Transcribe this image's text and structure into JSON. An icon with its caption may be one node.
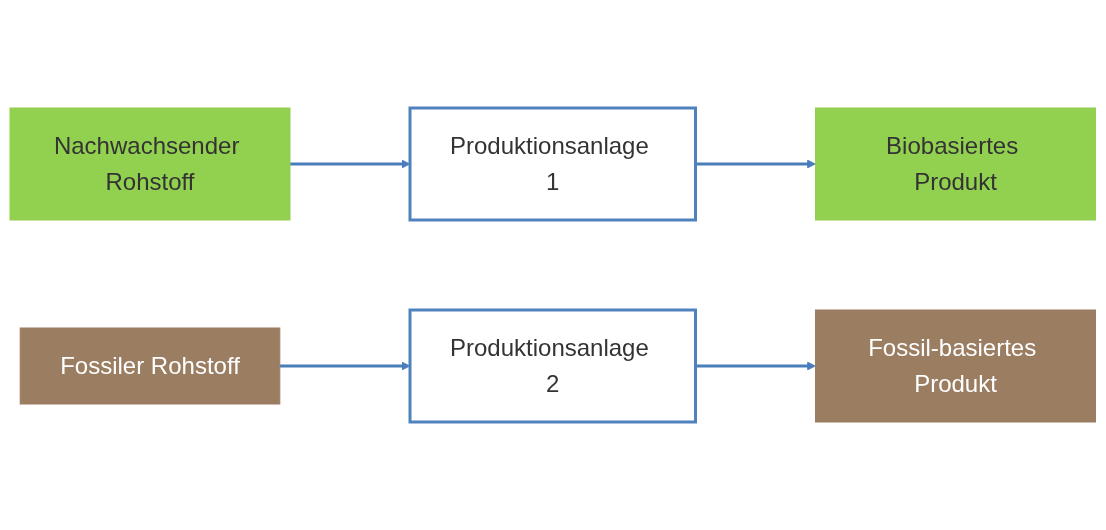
{
  "diagram": {
    "nodes": [
      {
        "text": [
          "Nachwachsender Rohstoff"
        ]
      },
      {
        "text": [
          "Produktionsanlage 1"
        ]
      },
      {
        "text": [
          "Biobasiertes Produkt"
        ]
      },
      {
        "text": [
          "Fossiler Rohstoff"
        ]
      },
      {
        "text": [
          "Produktionsanlage 2"
        ]
      },
      {
        "text": [
          "Fossil-basiertes Produkt"
        ]
      }
    ],
    "edges": [
      {
        "from": 0,
        "to": 1,
        "arrow": "to"
      },
      {
        "from": 1,
        "to": 2,
        "arrow": "to"
      },
      {
        "from": 3,
        "to": 4,
        "arrow": "to"
      },
      {
        "from": 4,
        "to": 5,
        "arrow": "to"
      }
    ]
  }
}
